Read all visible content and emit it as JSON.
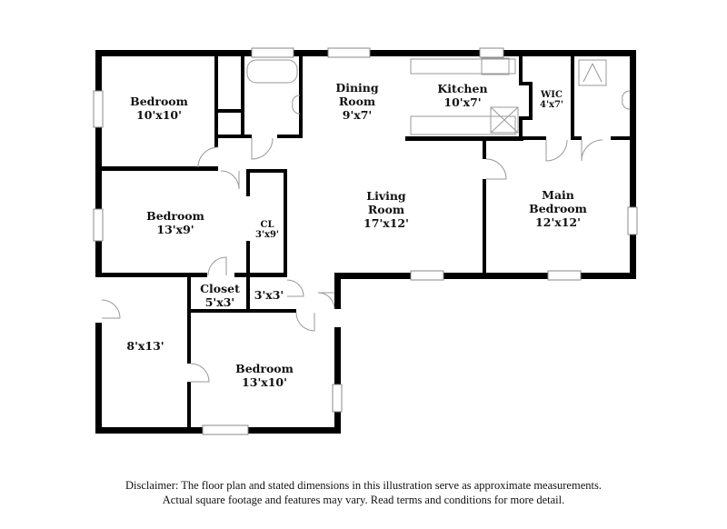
{
  "floor_plan": {
    "rooms": [
      {
        "id": "bedroom-nw",
        "name": "Bedroom",
        "dims": "10'x10'"
      },
      {
        "id": "dining",
        "name_line1": "Dining",
        "name_line2": "Room",
        "dims": "9'x7'"
      },
      {
        "id": "kitchen",
        "name": "Kitchen",
        "dims": "10'x7'"
      },
      {
        "id": "wic",
        "name": "WIC",
        "dims": "4'x7'"
      },
      {
        "id": "bedroom-w",
        "name": "Bedroom",
        "dims": "13'x9'"
      },
      {
        "id": "cl",
        "name": "CL",
        "dims": "3'x9'"
      },
      {
        "id": "living",
        "name_line1": "Living",
        "name_line2": "Room",
        "dims": "17'x12'"
      },
      {
        "id": "main-bedroom",
        "name_line1": "Main",
        "name_line2": "Bedroom",
        "dims": "12'x12'"
      },
      {
        "id": "closet",
        "name": "Closet",
        "dims": "5'x3'"
      },
      {
        "id": "small-closet",
        "dims": "3'x3'"
      },
      {
        "id": "room-sw",
        "dims": "8'x13'"
      },
      {
        "id": "bedroom-s",
        "name": "Bedroom",
        "dims": "13'x10'"
      }
    ],
    "colors": {
      "wall": "#000000",
      "fixture": "#999999",
      "background": "#ffffff"
    }
  },
  "disclaimer": {
    "line1": "Disclaimer: The floor plan and stated dimensions in this illustration serve as approximate measurements.",
    "line2": "Actual square footage and features may vary. Read terms and conditions for more detail."
  }
}
